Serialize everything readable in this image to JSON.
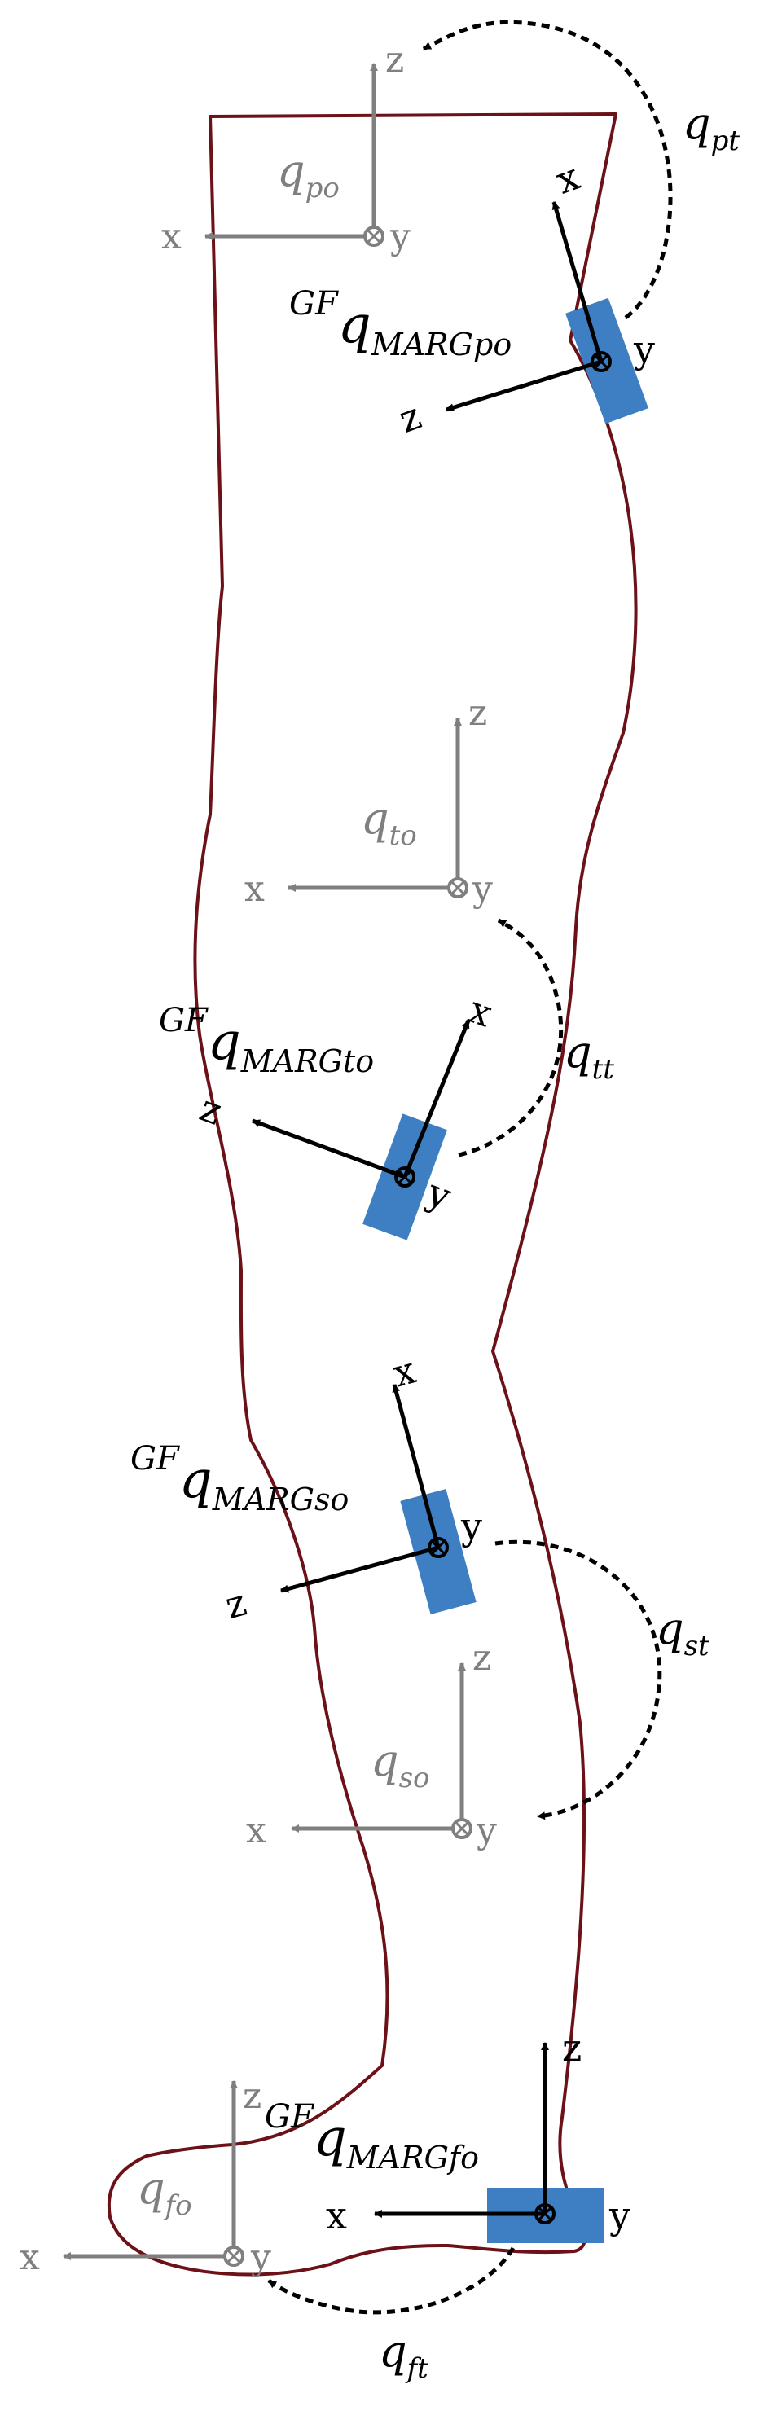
{
  "colors": {
    "outline": "#6b1117",
    "ref_frame": "#7f7f7f",
    "sensor_frame": "#000000",
    "sensor_body": "#3e7ec2",
    "rotation_arc": "#000000"
  },
  "axis_labels": {
    "x": "x",
    "y": "y",
    "z": "z"
  },
  "frames": {
    "pelvis": {
      "ref_q": "q",
      "ref_sub": "po",
      "sensor_sup": "GF",
      "sensor_q": "q",
      "sensor_sub": "MARGpo",
      "rot_q": "q",
      "rot_sub": "pt"
    },
    "thigh": {
      "ref_q": "q",
      "ref_sub": "to",
      "sensor_sup": "GF",
      "sensor_q": "q",
      "sensor_sub": "MARGto",
      "rot_q": "q",
      "rot_sub": "tt"
    },
    "shank": {
      "ref_q": "q",
      "ref_sub": "so",
      "sensor_sup": "GF",
      "sensor_q": "q",
      "sensor_sub": "MARGso",
      "rot_q": "q",
      "rot_sub": "st"
    },
    "foot": {
      "ref_q": "q",
      "ref_sub": "fo",
      "sensor_sup": "GF",
      "sensor_q": "q",
      "sensor_sub": "MARGfo",
      "rot_q": "q",
      "rot_sub": "ft"
    }
  }
}
